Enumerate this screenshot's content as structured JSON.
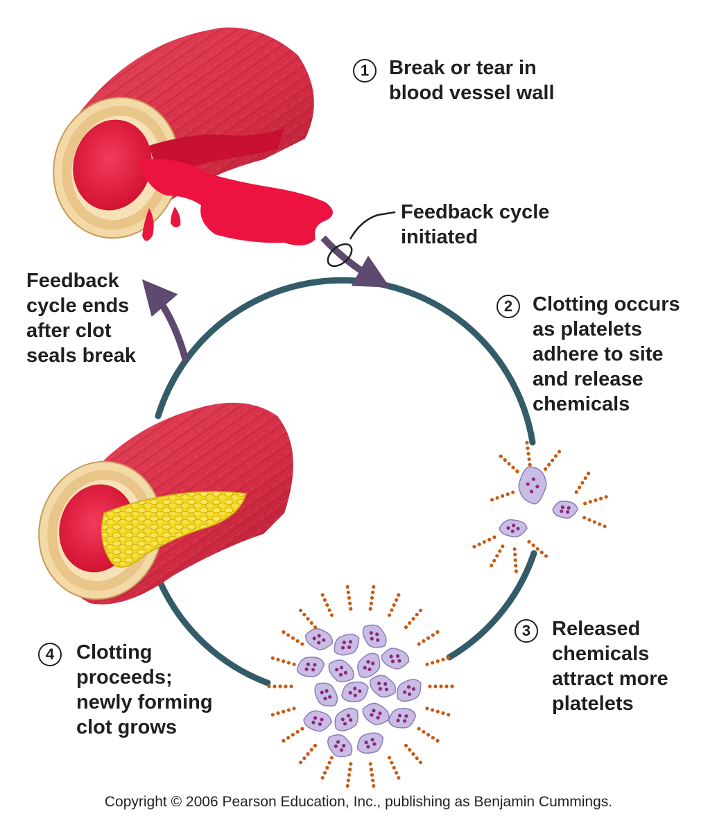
{
  "steps": [
    {
      "number": "1",
      "lines": [
        "Break or tear in",
        "blood vessel wall"
      ]
    },
    {
      "number": "2",
      "lines": [
        "Clotting occurs",
        "as platelets",
        "adhere to site",
        "and release",
        "chemicals"
      ]
    },
    {
      "number": "3",
      "lines": [
        "Released",
        "chemicals",
        "attract more",
        "platelets"
      ]
    },
    {
      "number": "4",
      "lines": [
        "Clotting",
        "proceeds;",
        "newly forming",
        "clot grows"
      ]
    }
  ],
  "callouts": {
    "start": [
      "Feedback cycle",
      "initiated"
    ],
    "end": [
      "Feedback",
      "cycle ends",
      "after clot",
      "seals break"
    ]
  },
  "copyright": "Copyright © 2006 Pearson Education, Inc., publishing as Benjamin Cummings.",
  "colors": {
    "cycle_ring": "#345b68",
    "arrow": "#5e4a6e",
    "vessel": "#d42d45",
    "vessel_dark": "#a81a2e",
    "vessel_inner": "#f2d9a6",
    "blood": "#e8153c",
    "clot": "#f2d21b",
    "platelet": "#c9bde6",
    "platelet_granule": "#8a2a7a",
    "chemical_dot": "#c85a14"
  },
  "icons": {
    "vessel_top": "torn-blood-vessel-illustration",
    "vessel_bottom": "clotted-blood-vessel-illustration",
    "platelets_small": "platelet-cluster-illustration",
    "platelets_large": "platelet-aggregate-illustration"
  }
}
